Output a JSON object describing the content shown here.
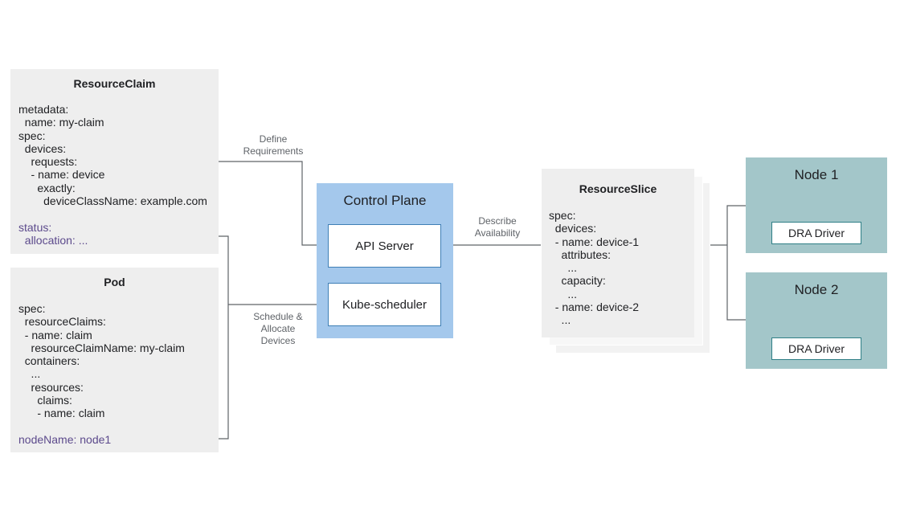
{
  "resource_claim": {
    "title": "ResourceClaim",
    "spec_text": "metadata:\n  name: my-claim\nspec:\n  devices:\n    requests:\n    - name: device\n      exactly:\n        deviceClassName: example.com",
    "status_text": "status:\n  allocation: ..."
  },
  "pod": {
    "title": "Pod",
    "spec_text": "spec:\n  resourceClaims:\n  - name: claim\n    resourceClaimName: my-claim\n  containers:\n    ...\n    resources:\n      claims:\n      - name: claim",
    "node_text": "nodeName: node1"
  },
  "control_plane": {
    "title": "Control Plane",
    "api_server": "API Server",
    "scheduler": "Kube-scheduler"
  },
  "resource_slice": {
    "title": "ResourceSlice",
    "spec_text": "spec:\n  devices:\n  - name: device-1\n    attributes:\n      ...\n    capacity:\n      ...\n  - name: device-2\n    ..."
  },
  "nodes": [
    {
      "title": "Node 1",
      "driver": "DRA Driver"
    },
    {
      "title": "Node 2",
      "driver": "DRA Driver"
    }
  ],
  "edge_labels": {
    "define": "Define\nRequirements",
    "describe": "Describe\nAvailability",
    "schedule": "Schedule &\nAllocate\nDevices"
  },
  "colors": {
    "control_plane_bg": "#a4c8ec",
    "node_bg": "#a3c6c9",
    "card_bg": "#eeeeee",
    "status_text": "#5c4a8c",
    "connector": "#5f6368"
  }
}
